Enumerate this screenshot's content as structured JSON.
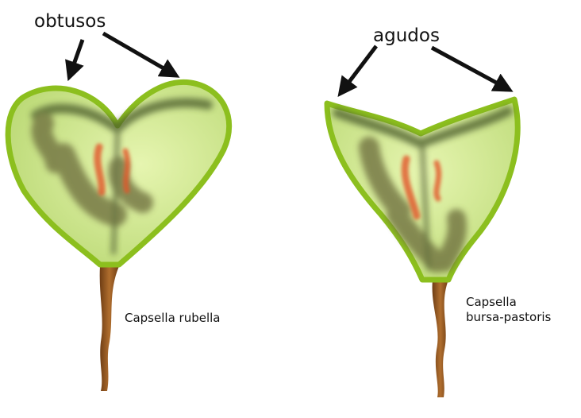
{
  "labels": {
    "obtusos": "obtusos",
    "agudos": "agudos",
    "species_left": "Capsella rubella",
    "species_right_line1": "Capsella",
    "species_right_line2": "bursa-pastoris"
  },
  "colors": {
    "capsule_border": "#8cbf1e",
    "capsule_fill": "#cde88a",
    "capsule_fill_light": "#e6f5b0",
    "seed_shadow": "#6b6b3a",
    "vein_dark": "#4a5a2a",
    "seed_red": "#e2562a",
    "stalk": "#9a5a25",
    "stalk_dark": "#6e3d14",
    "arrow": "#111111"
  }
}
